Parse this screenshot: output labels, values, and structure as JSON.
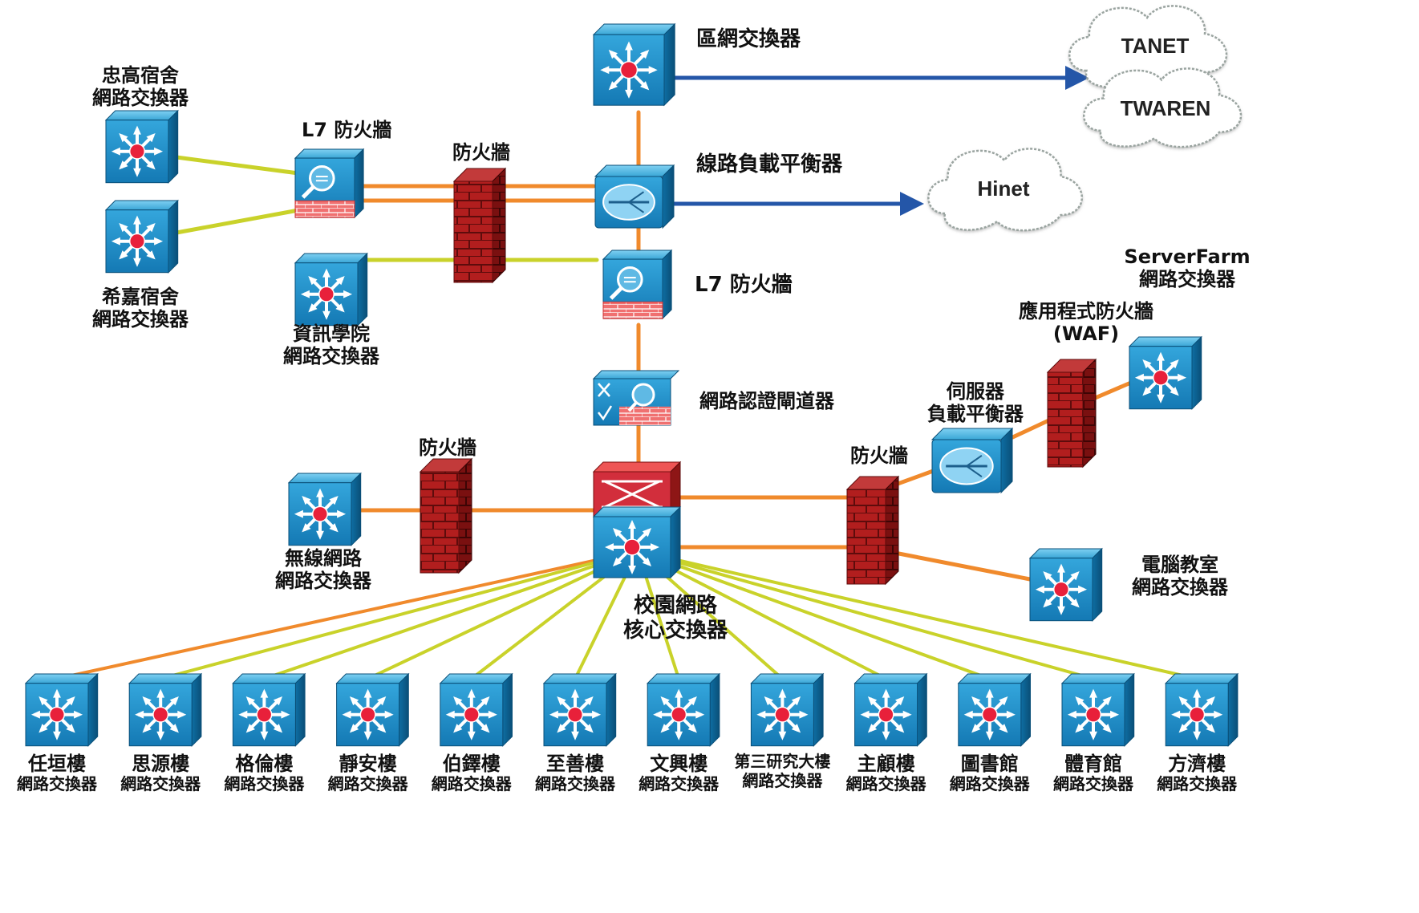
{
  "colors": {
    "device_blue": "#1d8fc8",
    "device_blue_dark": "#0d5f8c",
    "hub_red": "#e8203a",
    "firewall_red": "#b01e1e",
    "link_orange": "#f08a2c",
    "link_yellow": "#c9d22a",
    "link_blue": "#2456a8"
  },
  "labels": {
    "district_switch": "區網交換器",
    "line_load_balancer": "線路負載平衡器",
    "l7_fw_center": "L7 防火牆",
    "auth_gateway": "網路認證閘道器",
    "l7_fw_left": "L7 防火牆",
    "fw_top": "防火牆",
    "fw_left": "防火牆",
    "fw_right": "防火牆",
    "core_switch": [
      "校園網路",
      "核心交換器"
    ],
    "dorm_zhonggao": [
      "忠高宿舍",
      "網路交換器"
    ],
    "dorm_xijia": [
      "希嘉宿舍",
      "網路交換器"
    ],
    "info_college": [
      "資訊學院",
      "網路交換器"
    ],
    "wireless": [
      "無線網路",
      "網路交換器"
    ],
    "server_lb": [
      "伺服器",
      "負載平衡器"
    ],
    "waf": [
      "應用程式防火牆",
      "(WAF)"
    ],
    "server_farm": [
      "ServerFarm",
      "網路交換器"
    ],
    "computer_lab": [
      "電腦教室",
      "網路交換器"
    ]
  },
  "clouds": [
    "TANET",
    "TWAREN",
    "Hinet"
  ],
  "buildings": [
    {
      "name": "任垣樓",
      "sub": "網路交換器"
    },
    {
      "name": "思源樓",
      "sub": "網路交換器"
    },
    {
      "name": "格倫樓",
      "sub": "網路交換器"
    },
    {
      "name": "靜安樓",
      "sub": "網路交換器"
    },
    {
      "name": "伯鐸樓",
      "sub": "網路交換器"
    },
    {
      "name": "至善樓",
      "sub": "網路交換器"
    },
    {
      "name": "文興樓",
      "sub": "網路交換器"
    },
    {
      "name": "第三研究大樓",
      "sub": "網路交換器"
    },
    {
      "name": "主顧樓",
      "sub": "網路交換器"
    },
    {
      "name": "圖書館",
      "sub": "網路交換器"
    },
    {
      "name": "體育館",
      "sub": "網路交換器"
    },
    {
      "name": "方濟樓",
      "sub": "網路交換器"
    }
  ]
}
